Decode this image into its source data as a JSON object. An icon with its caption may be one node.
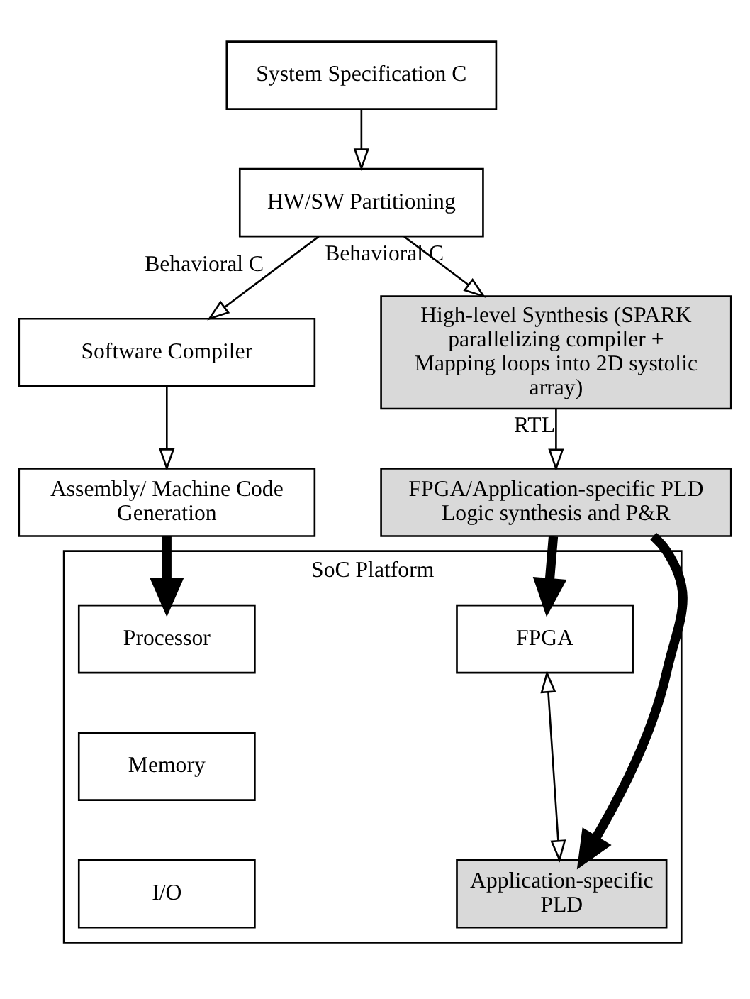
{
  "diagram": {
    "nodes": [
      {
        "text": [
          "System Specification C"
        ]
      },
      {
        "text": [
          "HW/SW Partitioning"
        ]
      },
      {
        "text": [
          "Software Compiler"
        ]
      },
      {
        "text": [
          "High-level Synthesis (SPARK parallelizing compiler + Mapping loops into 2D systolic array)"
        ]
      },
      {
        "text": [
          "Assembly/ Machine Code Generation"
        ]
      },
      {
        "text": [
          "FPGA/Application-specific PLD Logic synthesis and P&R"
        ]
      },
      {
        "text": [
          "SoC Platform"
        ]
      },
      {
        "text": [
          "Processor"
        ],
        "in": 6
      },
      {
        "text": [
          "Memory"
        ],
        "in": 6
      },
      {
        "text": [
          "I/O"
        ],
        "in": 6
      },
      {
        "text": [
          "FPGA"
        ],
        "in": 6
      },
      {
        "text": [
          "Application-specific PLD"
        ],
        "in": 6
      }
    ],
    "edges": [
      {
        "from": 0,
        "to": 1,
        "arrow": "to"
      },
      {
        "from": 1,
        "to": 2,
        "arrow": "to",
        "label": "Behavioral C"
      },
      {
        "from": 1,
        "to": 3,
        "arrow": "to",
        "label": "Behavioral C"
      },
      {
        "from": 2,
        "to": 4,
        "arrow": "to"
      },
      {
        "from": 3,
        "to": 5,
        "arrow": "to",
        "label": "RTL"
      },
      {
        "from": 4,
        "to": 7,
        "arrow": "to",
        "style": "thick"
      },
      {
        "from": 5,
        "to": 10,
        "arrow": "to",
        "style": "thick"
      },
      {
        "from": 5,
        "to": 11,
        "arrow": "to",
        "style": "thick"
      },
      {
        "from": 10,
        "to": 11,
        "arrow": "both"
      }
    ]
  }
}
